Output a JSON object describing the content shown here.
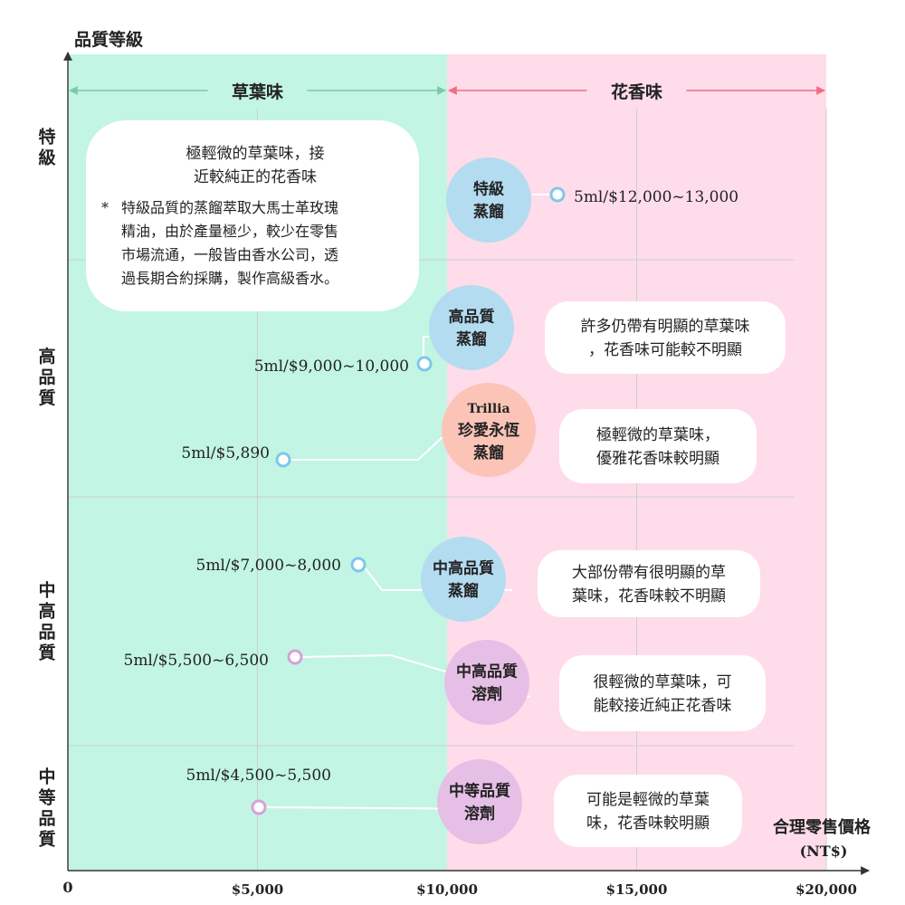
{
  "chart_data": {
    "type": "scatter",
    "ylabel": "品質等級",
    "xlabel_line1": "合理零售價格",
    "xlabel_line2": "(NT$)",
    "origin_label": "0",
    "x_ticks": [
      "$5,000",
      "$10,000",
      "$15,000",
      "$20,000"
    ],
    "x_tick_values": [
      5000,
      10000,
      15000,
      20000
    ],
    "xlim": [
      0,
      20000
    ],
    "zones": [
      {
        "label": "草葉味",
        "from": 0,
        "to": 10000,
        "color": "#c2f5e3",
        "arrow_color": "#7dc9a6"
      },
      {
        "label": "花香味",
        "from": 10000,
        "to": 20000,
        "color": "#ffdcea",
        "arrow_color": "#ee6f85"
      }
    ],
    "grades": [
      {
        "label": "特級"
      },
      {
        "label": "高品質"
      },
      {
        "label": "中高品質"
      },
      {
        "label": "中等品質"
      }
    ],
    "products": [
      {
        "name_lines": [
          "特級",
          "蒸餾"
        ],
        "color": "#b4dcf1",
        "price_label": "5ml/$12,000~13,000",
        "price_low": 12000,
        "price_high": 13000,
        "marker_color": "#7fc7ea",
        "note_lines": [
          "極輕微的草葉味，接",
          "近較純正的花香味"
        ],
        "note_extra_mark": "*",
        "note_extra_lines": [
          "特級品質的蒸餾萃取大馬士革玫瑰",
          "精油，由於產量極少，較少在零售",
          "市場流通，一般皆由香水公司，透",
          "過長期合約採購，製作高級香水。"
        ]
      },
      {
        "name_lines": [
          "高品質",
          "蒸餾"
        ],
        "color": "#b4dcf1",
        "price_label": "5ml/$9,000~10,000",
        "price_low": 9000,
        "price_high": 10000,
        "marker_color": "#7fc7ea",
        "note_lines": [
          "許多仍帶有明顯的草葉味",
          "，花香味可能較不明顯"
        ]
      },
      {
        "name_lines": [
          "Trillia",
          "珍愛永恆",
          "蒸餾"
        ],
        "color": "#fbc4b7",
        "price_label": "5ml/$5,890",
        "price_low": 5890,
        "price_high": 5890,
        "marker_color": "#7fc7ea",
        "note_lines": [
          "極輕微的草葉味，",
          "優雅花香味較明顯"
        ]
      },
      {
        "name_lines": [
          "中高品質",
          "蒸餾"
        ],
        "color": "#b4dcf1",
        "price_label": "5ml/$7,000~8,000",
        "price_low": 7000,
        "price_high": 8000,
        "marker_color": "#7fc7ea",
        "note_lines": [
          "大部份帶有很明顯的草",
          "葉味，花香味較不明顯"
        ]
      },
      {
        "name_lines": [
          "中高品質",
          "溶劑"
        ],
        "color": "#e6bfe6",
        "price_label": "5ml/$5,500~6,500",
        "price_low": 5500,
        "price_high": 6500,
        "marker_color": "#d99fd9",
        "note_lines": [
          "很輕微的草葉味，可",
          "能較接近純正花香味"
        ]
      },
      {
        "name_lines": [
          "中等品質",
          "溶劑"
        ],
        "color": "#e6bfe6",
        "price_label": "5ml/$4,500~5,500",
        "price_low": 4500,
        "price_high": 5500,
        "marker_color": "#d99fd9",
        "note_lines": [
          "可能是輕微的草葉",
          "味，花香味較明顯"
        ]
      }
    ]
  }
}
